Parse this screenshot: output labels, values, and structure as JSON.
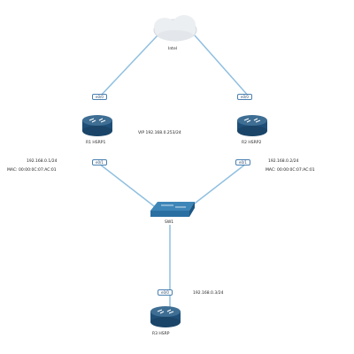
{
  "colors": {
    "link": "#8fbfe0",
    "router_top": "#3e6e93",
    "router_body": "#1f4f78",
    "switch": "#2a6fa2",
    "cloud": "#eceff2",
    "tag_border": "#4a7fb0"
  },
  "cloud": {
    "label": "Intel",
    "icon": "cloud-icon"
  },
  "vip_label": "VIP 192.168.0.253/24",
  "routers": [
    {
      "id": "left",
      "label": "R1 HSRP1",
      "wan_tag": "e0/0",
      "lan_tag": "e0/1",
      "ip": "192.168.0.1/24",
      "mac": "MAC: 00:00:0C:07:AC:01",
      "icon": "router-icon"
    },
    {
      "id": "right",
      "label": "R2 HSRP2",
      "wan_tag": "e0/0",
      "lan_tag": "e0/1",
      "ip": "192.168.0.2/24",
      "mac": "MAC: 00:00:0C:07:AC:01",
      "icon": "router-icon"
    },
    {
      "id": "bottom",
      "label": "R3 HSRP",
      "lan_tag": "e0/0",
      "ip": "192.168.0.3/24",
      "icon": "router-icon"
    }
  ],
  "switch": {
    "label": "SW1",
    "icon": "switch-icon"
  }
}
